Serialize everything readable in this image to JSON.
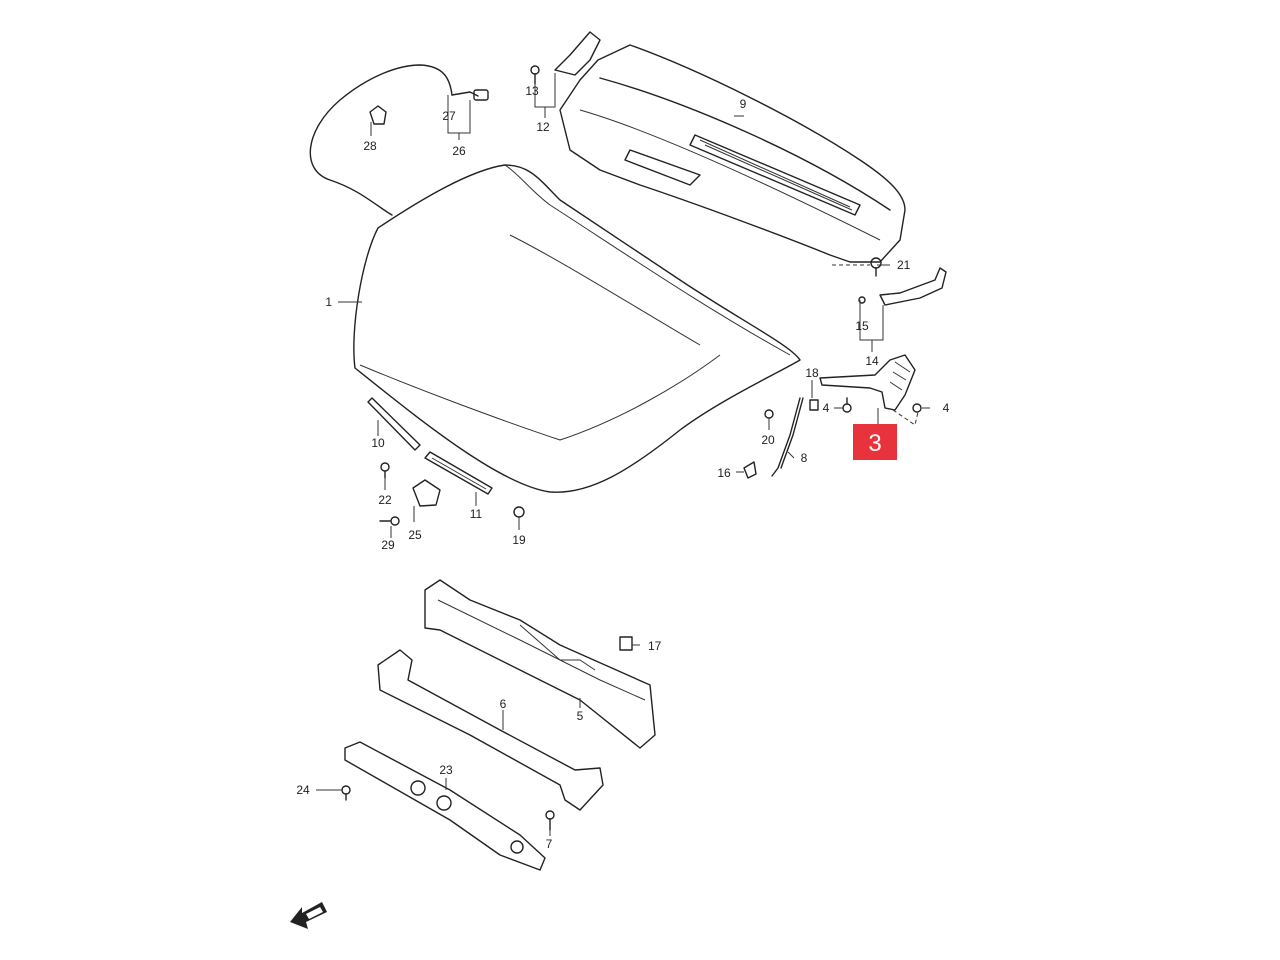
{
  "highlighted_part": {
    "label": "3",
    "color": "#e8323c"
  },
  "callouts": {
    "p1": "1",
    "p4a": "4",
    "p4b": "4",
    "p5": "5",
    "p6": "6",
    "p7": "7",
    "p8": "8",
    "p9": "9",
    "p10": "10",
    "p11": "11",
    "p12": "12",
    "p13": "13",
    "p14": "14",
    "p15": "15",
    "p16": "16",
    "p17": "17",
    "p18": "18",
    "p19": "19",
    "p20": "20",
    "p21": "21",
    "p22": "22",
    "p23": "23",
    "p24": "24",
    "p25": "25",
    "p26": "26",
    "p27": "27",
    "p28": "28",
    "p29": "29"
  },
  "icons": {
    "front": "front-direction-arrow-icon"
  }
}
